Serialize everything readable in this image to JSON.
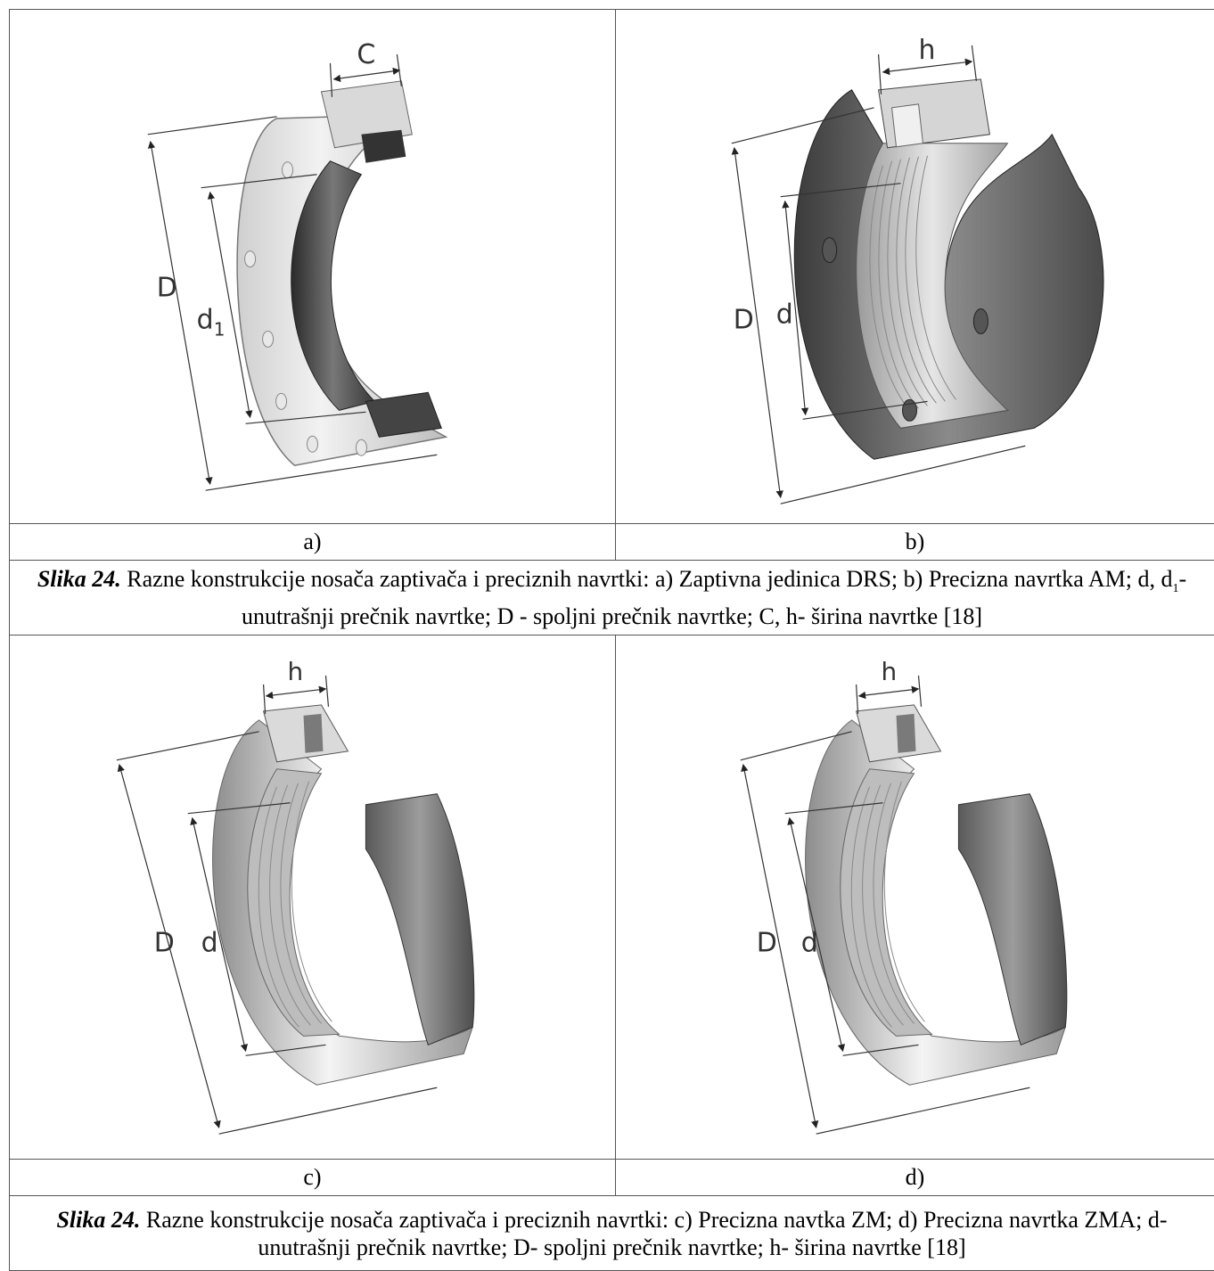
{
  "panels": [
    {
      "label": "a)",
      "dims": [
        "C",
        "D",
        "d1"
      ]
    },
    {
      "label": "b)",
      "dims": [
        "h",
        "D",
        "d"
      ]
    },
    {
      "label": "c)",
      "dims": [
        "h",
        "D",
        "d"
      ]
    },
    {
      "label": "d)",
      "dims": [
        "h",
        "D",
        "d"
      ]
    }
  ],
  "captions": [
    {
      "lead": "Slika 24.",
      "part1": " Razne konstrukcije nosača zaptivača i preciznih navrtki: a) Zaptivna jedinica DRS; b) Precizna navrtka AM; d, d",
      "sub": "1",
      "part2": "- unutrašnji prečnik navrtke; D - spoljni prečnik navrtke; C, h- širina navrtke [18]"
    },
    {
      "lead": "Slika 24.",
      "text": " Razne konstrukcije nosača zaptivača i preciznih navrtki: c) Precizna navtka ZM; d) Precizna navrtka ZMA; d- unutrašnji prečnik navrtke; D- spoljni prečnik navrtke; h- širina navrtke [18]"
    }
  ]
}
